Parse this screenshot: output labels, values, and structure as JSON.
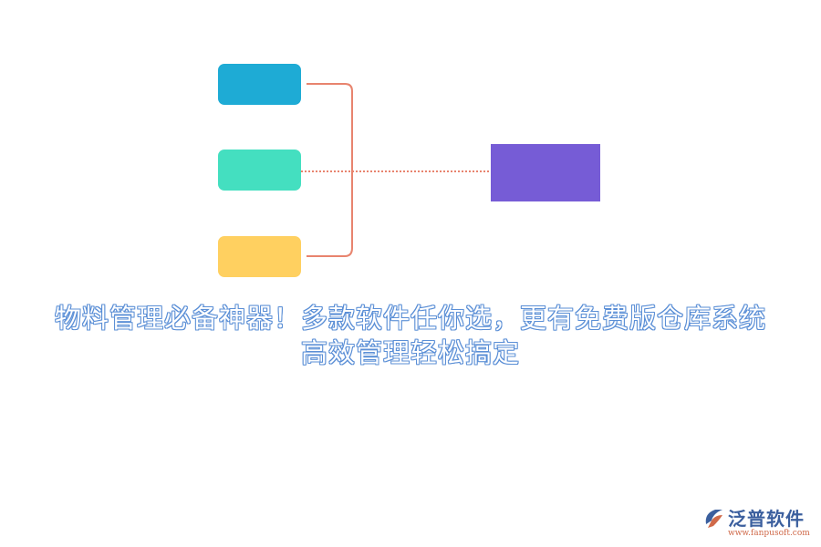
{
  "diagram": {
    "nodes": [
      {
        "id": "blue",
        "color": "#1eabd5"
      },
      {
        "id": "teal",
        "color": "#44dfc0"
      },
      {
        "id": "yellow",
        "color": "#ffd060"
      },
      {
        "id": "purple",
        "color": "#765cd6"
      }
    ],
    "connector_color": "#e8846e"
  },
  "headline": {
    "line1": "物料管理必备神器！多款软件任你选，更有免费版仓库系统",
    "line2": "高效管理轻松搞定",
    "color": "#5b8fd6"
  },
  "logo": {
    "name": "泛普软件",
    "url": "www.fanpusoft.com"
  }
}
